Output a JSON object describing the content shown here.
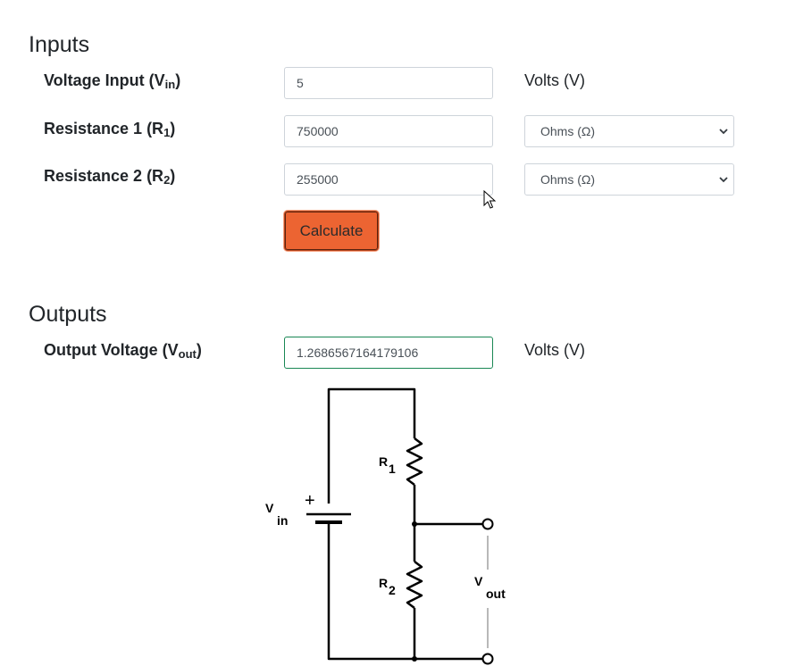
{
  "inputs": {
    "heading": "Inputs",
    "voltage": {
      "label": "Voltage Input (V",
      "sub": "in",
      "close": ")",
      "value": "5",
      "unit": "Volts (V)"
    },
    "r1": {
      "label": "Resistance 1 (R",
      "sub": "1",
      "close": ")",
      "value": "750000",
      "unit": "Ohms (Ω)"
    },
    "r2": {
      "label": "Resistance 2 (R",
      "sub": "2",
      "close": ")",
      "value": "255000",
      "unit": "Ohms (Ω)"
    },
    "calculate_label": "Calculate"
  },
  "outputs": {
    "heading": "Outputs",
    "vout": {
      "label": "Output Voltage (V",
      "sub": "out",
      "close": ")",
      "value": "1.2686567164179106",
      "unit": "Volts (V)"
    }
  },
  "diagram": {
    "vin_main": "V",
    "vin_sub": "in",
    "r1_main": "R",
    "r1_sub": "1",
    "r2_main": "R",
    "r2_sub": "2",
    "vout_main": "V",
    "vout_sub": "out",
    "plus": "+"
  },
  "icons": {
    "dropdown": "chevron-down-icon",
    "cursor": "mouse-pointer-icon"
  },
  "colors": {
    "accent": "#ec6432",
    "valid_border": "#198754"
  }
}
